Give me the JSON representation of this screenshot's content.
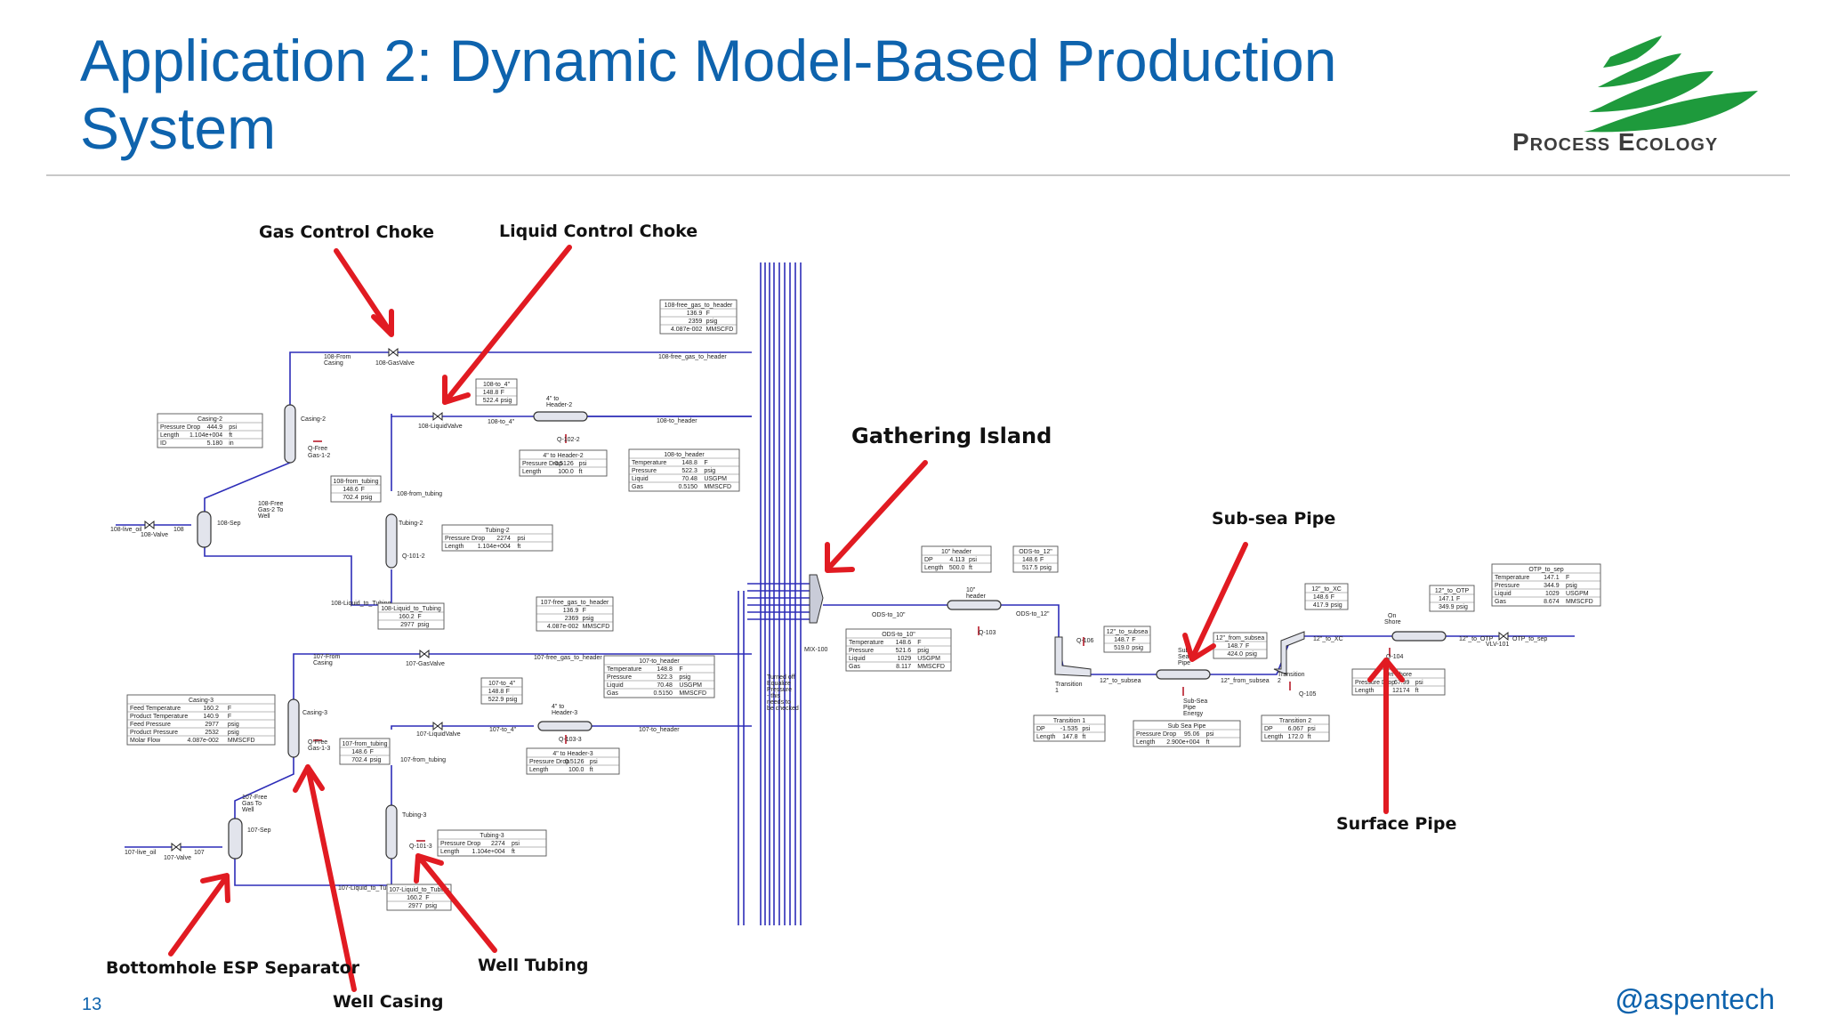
{
  "slide": {
    "title_line1": "Application 2: Dynamic Model-Based Production",
    "title_line2": "System",
    "brand": "Process Ecology",
    "footer_brand": "aspentech",
    "slide_number": "13"
  },
  "annotations": {
    "gas_choke": "Gas Control Choke",
    "liquid_choke": "Liquid Control Choke",
    "gathering": "Gathering Island",
    "subsea": "Sub-sea Pipe",
    "surface": "Surface Pipe",
    "separator": "Bottomhole ESP Separator",
    "casing": "Well Casing",
    "tubing": "Well Tubing"
  },
  "labels": {
    "from_casing_108": "108-From",
    "from_casing_108b": "Casing",
    "gas_valve_108": "108-GasValve",
    "free_gas_header_108": "108-free_gas_to_header",
    "casing2": "Casing-2",
    "q_free_gas_12a": "Q-Free",
    "q_free_gas_12b": "Gas-1-2",
    "liq_valve_108": "108-LiquidValve",
    "to4_108": "108-to_4\"",
    "h2a": "4\" to",
    "h2b": "Header-2",
    "q102": "Q-102-2",
    "to_header_108": "108-to_header",
    "from_tubing_108": "108-from_tubing",
    "free_gas_to_well_108a": "108-Free",
    "free_gas_to_well_108b": "Gas-2 To",
    "free_gas_to_well_108c": "Well",
    "sep_108": "108-Sep",
    "live_oil_108": "108-live_oil",
    "valve_108": "108-Valve",
    "s108": "108",
    "tubing2": "Tubing-2",
    "q1012": "Q-101-2",
    "liq_to_tubing_108": "108-Liquid_to_Tubing",
    "from_casing_107a": "107-From",
    "from_casing_107b": "Casing",
    "gas_valve_107": "107-GasValve",
    "free_gas_header_107": "107-free_gas_to_header",
    "casing3": "Casing-3",
    "q_free_gas_13a": "Q-Free",
    "q_free_gas_13b": "Gas-1-3",
    "liq_valve_107": "107-LiquidValve",
    "to4_107": "107-to_4\"",
    "h3a": "4\" to",
    "h3b": "Header-3",
    "q103": "Q-103-3",
    "to_header_107": "107-to_header",
    "from_tubing_107": "107-from_tubing",
    "free_gas_to_well_107a": "107-Free",
    "free_gas_to_well_107b": "Gas To",
    "free_gas_to_well_107c": "Well",
    "sep_107": "107-Sep",
    "live_oil_107": "107-live_oil",
    "valve_107": "107-Valve",
    "s107": "107",
    "tubing3": "Tubing-3",
    "q1013": "Q-101-3",
    "liq_to_tubing_107": "107-Liquid_to_Tubing",
    "mix100": "MIX-100",
    "turned_off_1": "Turned off",
    "turned_off_2": "Equalize",
    "turned_off_3": "Pressure",
    "turned_off_4": "- this",
    "turned_off_5": "needs to",
    "turned_off_6": "be checked",
    "ods_to_10": "ODS-to_10\"",
    "h10a": "10\"",
    "h10b": "header",
    "q103b": "Q-103",
    "ods_to_12": "ODS-to_12\"",
    "q106": "Q-106",
    "transition1a": "Transition",
    "transition1b": "1",
    "to_subsea_12": "12\"_to_subsea",
    "subsea_pipe_a": "Sub",
    "subsea_pipe_b": "Sea",
    "subsea_pipe_c": "Pipe",
    "subsea_energy_a": "Sub-Sea",
    "subsea_energy_b": "Pipe",
    "subsea_energy_c": "Energy",
    "from_subsea_12": "12\"_from_subsea",
    "transition2": "Transition",
    "transition2b": "2",
    "q105": "Q-105",
    "to_xc_12": "12\"_to_XC",
    "on_shore_a": "On",
    "on_shore_b": "Shore",
    "q104": "Q-104",
    "to_otp_12": "12\"_to_OTP",
    "vlv101": "VLV-101",
    "otp_to_sep": "OTP_to_sep"
  },
  "tables": {
    "t108fgh": {
      "title": "108-free_gas_to_header",
      "rows": [
        [
          "136.9",
          "F"
        ],
        [
          "2359",
          "psig"
        ],
        [
          "4.087e-002",
          "MMSCFD"
        ]
      ]
    },
    "t108to4": {
      "title": "108-to_4\"",
      "rows": [
        [
          "148.8",
          "F"
        ],
        [
          "522.4",
          "psig"
        ]
      ]
    },
    "tcasing2": {
      "title": "Casing-2",
      "rows": [
        [
          "Pressure Drop",
          "444.9",
          "psi"
        ],
        [
          "Length",
          "1.104e+004",
          "ft"
        ],
        [
          "ID",
          "5.180",
          "in"
        ]
      ]
    },
    "t4h2": {
      "title": "4\" to Header-2",
      "rows": [
        [
          "Pressure Drop",
          "0.5126",
          "psi"
        ],
        [
          "Length",
          "100.0",
          "ft"
        ]
      ]
    },
    "t108th": {
      "title": "108-to_header",
      "rows": [
        [
          "Temperature",
          "148.8",
          "F"
        ],
        [
          "Pressure",
          "522.3",
          "psig"
        ],
        [
          "Liquid",
          "70.48",
          "USGPM"
        ],
        [
          "Gas",
          "0.5150",
          "MMSCFD"
        ]
      ]
    },
    "t108ft": {
      "title": "108-from_tubing",
      "rows": [
        [
          "148.6",
          "F"
        ],
        [
          "702.4",
          "psig"
        ]
      ]
    },
    "ttubing2": {
      "title": "Tubing-2",
      "rows": [
        [
          "Pressure Drop",
          "2274",
          "psi"
        ],
        [
          "Length",
          "1.104e+004",
          "ft"
        ]
      ]
    },
    "t108lt": {
      "title": "108-Liquid_to_Tubing",
      "rows": [
        [
          "160.2",
          "F"
        ],
        [
          "2977",
          "psig"
        ]
      ]
    },
    "t107fgh": {
      "title": "107-free_gas_to_header",
      "rows": [
        [
          "136.9",
          "F"
        ],
        [
          "2369",
          "psig"
        ],
        [
          "4.087e-002",
          "MMSCFD"
        ]
      ]
    },
    "t107th": {
      "title": "107-to_header",
      "rows": [
        [
          "Temperature",
          "148.8",
          "F"
        ],
        [
          "Pressure",
          "522.3",
          "psig"
        ],
        [
          "Liquid",
          "70.48",
          "USGPM"
        ],
        [
          "Gas",
          "0.5150",
          "MMSCFD"
        ]
      ]
    },
    "t107to4": {
      "title": "107-to_4\"",
      "rows": [
        [
          "148.8",
          "F"
        ],
        [
          "522.9",
          "psig"
        ]
      ]
    },
    "tcasing3": {
      "title": "Casing-3",
      "rows": [
        [
          "Feed Temperature",
          "160.2",
          "F"
        ],
        [
          "Product Temperature",
          "140.9",
          "F"
        ],
        [
          "Feed Pressure",
          "2977",
          "psig"
        ],
        [
          "Product Pressure",
          "2532",
          "psig"
        ],
        [
          "Molar Flow",
          "4.087e-002",
          "MMSCFD"
        ]
      ]
    },
    "t107ft": {
      "title": "107-from_tubing",
      "rows": [
        [
          "148.6",
          "F"
        ],
        [
          "702.4",
          "psig"
        ]
      ]
    },
    "t4h3": {
      "title": "4\" to Header-3",
      "rows": [
        [
          "Pressure Drop",
          "0.5126",
          "psi"
        ],
        [
          "Length",
          "100.0",
          "ft"
        ]
      ]
    },
    "ttubing3": {
      "title": "Tubing-3",
      "rows": [
        [
          "Pressure Drop",
          "2274",
          "psi"
        ],
        [
          "Length",
          "1.104e+004",
          "ft"
        ]
      ]
    },
    "t107lt": {
      "title": "107-Liquid_to_Tubing",
      "rows": [
        [
          "160.2",
          "F"
        ],
        [
          "2977",
          "psig"
        ]
      ]
    },
    "t10h": {
      "title": "10\" header",
      "rows": [
        [
          "DP",
          "4.113",
          "psi"
        ],
        [
          "Length",
          "500.0",
          "ft"
        ]
      ]
    },
    "tods12": {
      "title": "ODS-to_12\"",
      "rows": [
        [
          "148.6",
          "F"
        ],
        [
          "517.5",
          "psig"
        ]
      ]
    },
    "tods10": {
      "title": "ODS-to_10\"",
      "rows": [
        [
          "Temperature",
          "148.6",
          "F"
        ],
        [
          "Pressure",
          "521.6",
          "psig"
        ],
        [
          "Liquid",
          "1029",
          "USGPM"
        ],
        [
          "Gas",
          "8.117",
          "MMSCFD"
        ]
      ]
    },
    "t12tosub": {
      "title": "12\"_to_subsea",
      "rows": [
        [
          "148.7",
          "F"
        ],
        [
          "519.0",
          "psig"
        ]
      ]
    },
    "t12fromsub": {
      "title": "12\"_from_subsea",
      "rows": [
        [
          "148.7",
          "F"
        ],
        [
          "424.0",
          "psig"
        ]
      ]
    },
    "t12toxc": {
      "title": "12\"_to_XC",
      "rows": [
        [
          "148.6",
          "F"
        ],
        [
          "417.9",
          "psig"
        ]
      ]
    },
    "t12tootp": {
      "title": "12\"_to_OTP",
      "rows": [
        [
          "147.1",
          "F"
        ],
        [
          "349.9",
          "psig"
        ]
      ]
    },
    "totp": {
      "title": "OTP_to_sep",
      "rows": [
        [
          "Temperature",
          "147.1",
          "F"
        ],
        [
          "Pressure",
          "344.9",
          "psig"
        ],
        [
          "Liquid",
          "1029",
          "USGPM"
        ],
        [
          "Gas",
          "8.674",
          "MMSCFD"
        ]
      ]
    },
    "ttrans1": {
      "title": "Transition 1",
      "rows": [
        [
          "DP",
          "-1.535",
          "psi"
        ],
        [
          "Length",
          "147.8",
          "ft"
        ]
      ]
    },
    "tsubsea": {
      "title": "Sub Sea Pipe",
      "rows": [
        [
          "Pressure Drop",
          "95.06",
          "psi"
        ],
        [
          "Length",
          "2.900e+004",
          "ft"
        ]
      ]
    },
    "ttrans2": {
      "title": "Transition 2",
      "rows": [
        [
          "DP",
          "6.067",
          "psi"
        ],
        [
          "Length",
          "172.0",
          "ft"
        ]
      ]
    },
    "tonshore": {
      "title": "On Shore",
      "rows": [
        [
          "Pressure Drop",
          "67.99",
          "psi"
        ],
        [
          "Length",
          "12174",
          "ft"
        ]
      ]
    }
  }
}
